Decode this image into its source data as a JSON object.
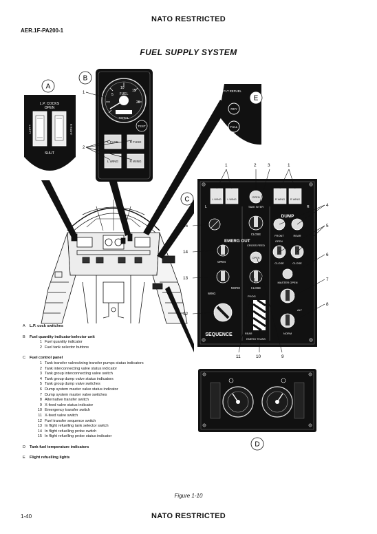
{
  "header": {
    "classification": "NATO RESTRICTED",
    "doc_number": "AER.1F-PA200-1",
    "title": "FUEL SUPPLY SYSTEM"
  },
  "callouts": {
    "A": "A",
    "B": "B",
    "C": "C",
    "D": "D",
    "E": "E"
  },
  "panel_a": {
    "top": "L.P. COCKS",
    "open": "OPEN",
    "left": "L LEFT",
    "right": "R RIGHT",
    "bottom": "SHUT"
  },
  "panel_b": {
    "fuel": "FUEL",
    "total": "TOTAL",
    "test": "TEST",
    "scale": [
      "5",
      "10",
      "15",
      "20"
    ],
    "buttons": [
      "L FUSE",
      "R FUSE",
      "L WING",
      "R WING"
    ]
  },
  "panel_e": {
    "top": "FLT REFUEL",
    "rdy": "RDY",
    "full": "FULL"
  },
  "panel_c": {
    "lights": [
      "L WING",
      "L WING",
      "R WING",
      "R WING"
    ],
    "open_ind": "OPEN",
    "tank_inter": "TANK INTER",
    "l": "L",
    "r": "R",
    "emerg_out": "EMERG OUT",
    "close": "CLOSE",
    "dump": "DUMP",
    "front": "FRONT",
    "rear": "REAR",
    "open": "OPEN",
    "cross_feed": "CROSS FEED",
    "master_open": "MASTER OPEN",
    "norm": "NORM",
    "alt": "ALT",
    "wing": "WING",
    "prog": "PROG",
    "sequence": "SEQUENCE",
    "emerg_trans": "EMERG TRANS"
  },
  "leader_numbers": {
    "b": [
      "1",
      "2"
    ],
    "c_top": [
      "1",
      "2",
      "3",
      "1"
    ],
    "c_right": [
      "4",
      "5",
      "6",
      "7",
      "8"
    ],
    "c_left": [
      "15",
      "14",
      "13",
      "12"
    ],
    "c_bottom": [
      "11",
      "10",
      "9"
    ]
  },
  "legend": {
    "a": {
      "letter": "A",
      "text": "L.P. cock switches"
    },
    "b": {
      "letter": "B",
      "text": "Fuel quantity indicator/selector unit",
      "items": [
        {
          "n": "1",
          "t": "Fuel quantity indicator"
        },
        {
          "n": "2",
          "t": "Fuel tank selector buttons"
        }
      ]
    },
    "c": {
      "letter": "C",
      "text": "Fuel control panel",
      "items": [
        {
          "n": "1",
          "t": "Tank transfer valves/wing transfer pumps status indicators"
        },
        {
          "n": "2",
          "t": "Tank interconnecting valve status indicator"
        },
        {
          "n": "3",
          "t": "Tank group interconnecting valve switch"
        },
        {
          "n": "4",
          "t": "Tank group dump valve status indicators"
        },
        {
          "n": "5",
          "t": "Tank group dump valve switches"
        },
        {
          "n": "6",
          "t": "Dump system master valve status indicator"
        },
        {
          "n": "7",
          "t": "Dump system master valve switches"
        },
        {
          "n": "8",
          "t": "Alternative transfer switch"
        },
        {
          "n": "9",
          "t": "X-feed valve status indicator"
        },
        {
          "n": "10",
          "t": "Emergency transfer switch"
        },
        {
          "n": "11",
          "t": "X-feed valve switch"
        },
        {
          "n": "12",
          "t": "Fuel transfer sequence switch"
        },
        {
          "n": "13",
          "t": "In flight refuelling tank selector switch"
        },
        {
          "n": "14",
          "t": "In flight refuelling probe switch"
        },
        {
          "n": "15",
          "t": "In flight refuelling probe status indicator"
        }
      ]
    },
    "d": {
      "letter": "D",
      "text": "Tank fuel temperature indicators"
    },
    "e": {
      "letter": "E",
      "text": "Flight refuelling lights"
    }
  },
  "figure_caption": "Figure 1-10",
  "page_number": "1-40"
}
